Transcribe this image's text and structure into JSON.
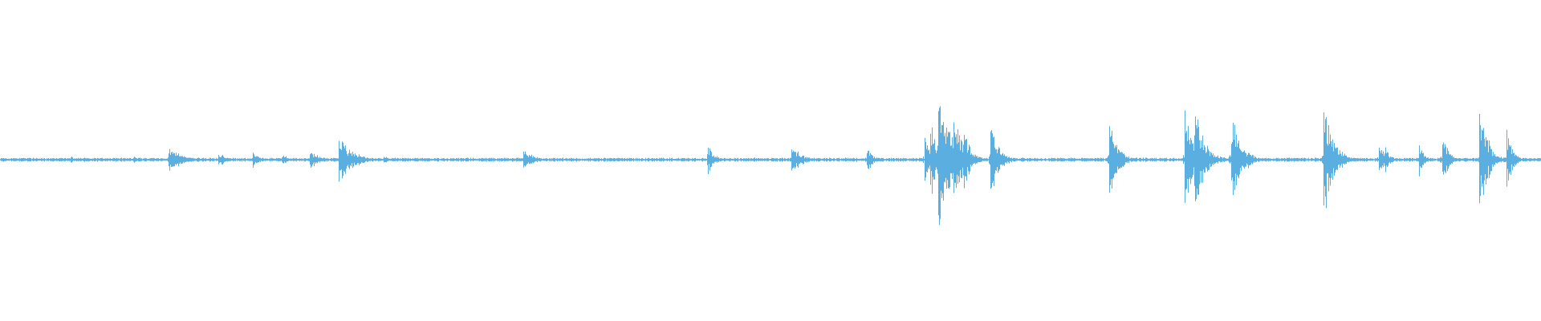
{
  "waveform": {
    "color": "#5aaee0",
    "background": "#ffffff",
    "baseline_level": 0.012,
    "transients": [
      {
        "pos": 0.0455,
        "peak": 0.05,
        "decay": 0.002
      },
      {
        "pos": 0.086,
        "peak": 0.05,
        "decay": 0.002
      },
      {
        "pos": 0.109,
        "peak": 0.12,
        "decay": 0.008
      },
      {
        "pos": 0.115,
        "peak": 0.07,
        "decay": 0.006
      },
      {
        "pos": 0.1415,
        "peak": 0.09,
        "decay": 0.004
      },
      {
        "pos": 0.164,
        "peak": 0.07,
        "decay": 0.004
      },
      {
        "pos": 0.183,
        "peak": 0.06,
        "decay": 0.004
      },
      {
        "pos": 0.201,
        "peak": 0.1,
        "decay": 0.005
      },
      {
        "pos": 0.2195,
        "peak": 0.25,
        "decay": 0.008
      },
      {
        "pos": 0.2325,
        "peak": 0.06,
        "decay": 0.003
      },
      {
        "pos": 0.2485,
        "peak": 0.05,
        "decay": 0.003
      },
      {
        "pos": 0.3395,
        "peak": 0.11,
        "decay": 0.006
      },
      {
        "pos": 0.4585,
        "peak": 0.16,
        "decay": 0.004
      },
      {
        "pos": 0.5135,
        "peak": 0.15,
        "decay": 0.006
      },
      {
        "pos": 0.5625,
        "peak": 0.16,
        "decay": 0.003
      },
      {
        "pos": 0.5995,
        "peak": 0.22,
        "decay": 0.004
      },
      {
        "pos": 0.6035,
        "peak": 0.4,
        "decay": 0.005
      },
      {
        "pos": 0.6085,
        "peak": 0.96,
        "decay": 0.006
      },
      {
        "pos": 0.6135,
        "peak": 0.26,
        "decay": 0.005
      },
      {
        "pos": 0.6185,
        "peak": 0.42,
        "decay": 0.006
      },
      {
        "pos": 0.6255,
        "peak": 0.3,
        "decay": 0.004
      },
      {
        "pos": 0.6425,
        "peak": 0.38,
        "decay": 0.005
      },
      {
        "pos": 0.7195,
        "peak": 0.4,
        "decay": 0.005
      },
      {
        "pos": 0.7685,
        "peak": 0.5,
        "decay": 0.005
      },
      {
        "pos": 0.7745,
        "peak": 0.58,
        "decay": 0.006
      },
      {
        "pos": 0.7825,
        "peak": 0.12,
        "decay": 0.004
      },
      {
        "pos": 0.7985,
        "peak": 0.5,
        "decay": 0.006
      },
      {
        "pos": 0.8095,
        "peak": 0.08,
        "decay": 0.003
      },
      {
        "pos": 0.8585,
        "peak": 0.6,
        "decay": 0.006
      },
      {
        "pos": 0.8945,
        "peak": 0.22,
        "decay": 0.003
      },
      {
        "pos": 0.8985,
        "peak": 0.14,
        "decay": 0.003
      },
      {
        "pos": 0.9205,
        "peak": 0.18,
        "decay": 0.003
      },
      {
        "pos": 0.9355,
        "peak": 0.26,
        "decay": 0.004
      },
      {
        "pos": 0.9595,
        "peak": 0.62,
        "decay": 0.005
      },
      {
        "pos": 0.9775,
        "peak": 0.26,
        "decay": 0.004
      }
    ]
  }
}
